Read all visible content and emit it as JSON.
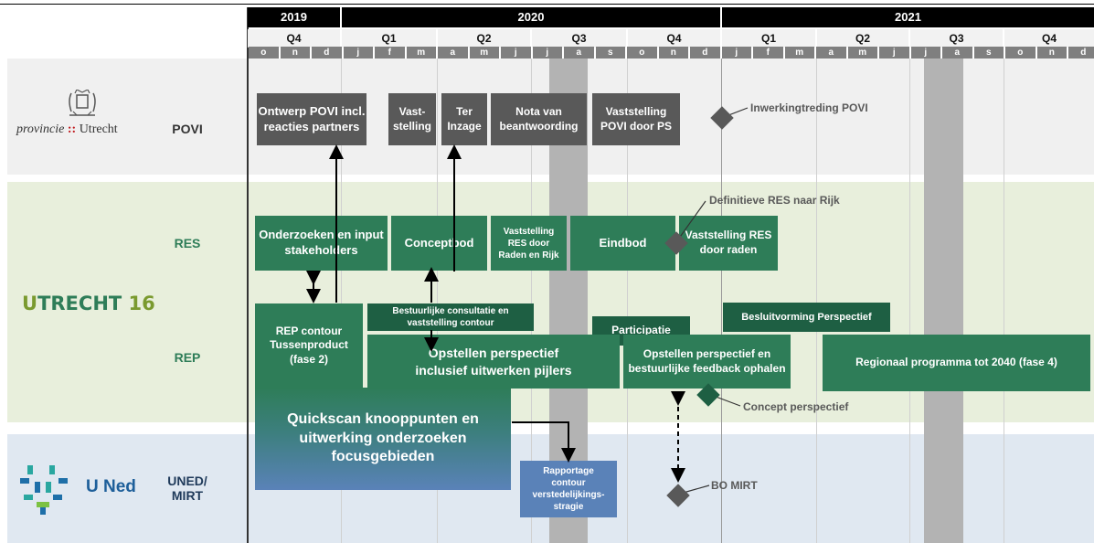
{
  "timeline": {
    "years": [
      "2019",
      "2020",
      "2021"
    ],
    "quarters": [
      "Q4",
      "Q1",
      "Q2",
      "Q3",
      "Q4",
      "Q1",
      "Q2",
      "Q3",
      "Q4"
    ],
    "months": [
      "o",
      "n",
      "d",
      "j",
      "f",
      "m",
      "a",
      "m",
      "j",
      "j",
      "a",
      "s",
      "o",
      "n",
      "d",
      "j",
      "f",
      "m",
      "a",
      "m",
      "j",
      "j",
      "a",
      "s",
      "o",
      "n",
      "d"
    ]
  },
  "rows": {
    "povi": {
      "org_name": "provincie",
      "org_sep": "::",
      "org_name2": "Utrecht",
      "label": "POVI"
    },
    "res": {
      "label": "RES"
    },
    "rep": {
      "label": "REP"
    },
    "utrecht16": {
      "part1": "U",
      "part2": "TRECHT",
      "part3": "16"
    },
    "uned": {
      "org_name": "U Ned",
      "label_line1": "UNED/",
      "label_line2": "MIRT"
    }
  },
  "boxes": {
    "povi_ontwerp": [
      "Ontwerp POVI incl.",
      "reacties partners"
    ],
    "povi_vaststelling": [
      "Vast-",
      "stelling"
    ],
    "povi_ter_inzage": [
      "Ter",
      "Inzage"
    ],
    "povi_nota": [
      "Nota van",
      "beantwoording"
    ],
    "povi_vaststelling_ps": [
      "Vaststelling",
      "POVI door PS"
    ],
    "res_onderzoeken": [
      "Onderzoeken en input",
      "stakeholders"
    ],
    "res_conceptbod": [
      "Conceptbod"
    ],
    "res_vaststelling_raden_rijk": [
      "Vaststelling",
      "RES door",
      "Raden en Rijk"
    ],
    "res_eindbod": [
      "Eindbod"
    ],
    "res_vaststelling_raden": [
      "Vaststelling RES",
      "door raden"
    ],
    "rep_contour": [
      "REP contour",
      "Tussenproduct",
      "(fase 2)"
    ],
    "rep_consultatie": [
      "Bestuurlijke consultatie en",
      "vaststelling contour"
    ],
    "rep_participatie": [
      "Participatie"
    ],
    "rep_besluitvorming": [
      "Besluitvorming Perspectief"
    ],
    "rep_opstellen": [
      "Opstellen perspectief",
      "inclusief uitwerken pijlers"
    ],
    "rep_opstellen_feedback": [
      "Opstellen perspectief en",
      "bestuurlijke feedback ophalen"
    ],
    "rep_regionaal": [
      "Regionaal programma tot 2040 (fase 4)"
    ],
    "uned_quickscan": [
      "Quickscan knooppunten en",
      "uitwerking onderzoeken",
      "focusgebieden"
    ],
    "uned_rapportage": [
      "Rapportage",
      "contour",
      "verstedelijkings-",
      "stragie"
    ]
  },
  "milestones": {
    "inwerkingtreding": "Inwerkingtreding POVI",
    "definitieve_res": "Definitieve RES naar Rijk",
    "concept_perspectief": "Concept perspectief",
    "bo_mirt": "BO MIRT"
  },
  "colors": {
    "povi_band": "#f0f0f0",
    "res_rep_band": "#e8efdc",
    "uned_band": "#e0e8f1",
    "dark_box": "#595959",
    "green_box": "#2e7d58",
    "dark_green_box": "#1e5f43",
    "blue_box": "#5a82b8",
    "utrecht_green": "#2e7d58",
    "highlight_column": "#b3b3b3"
  }
}
